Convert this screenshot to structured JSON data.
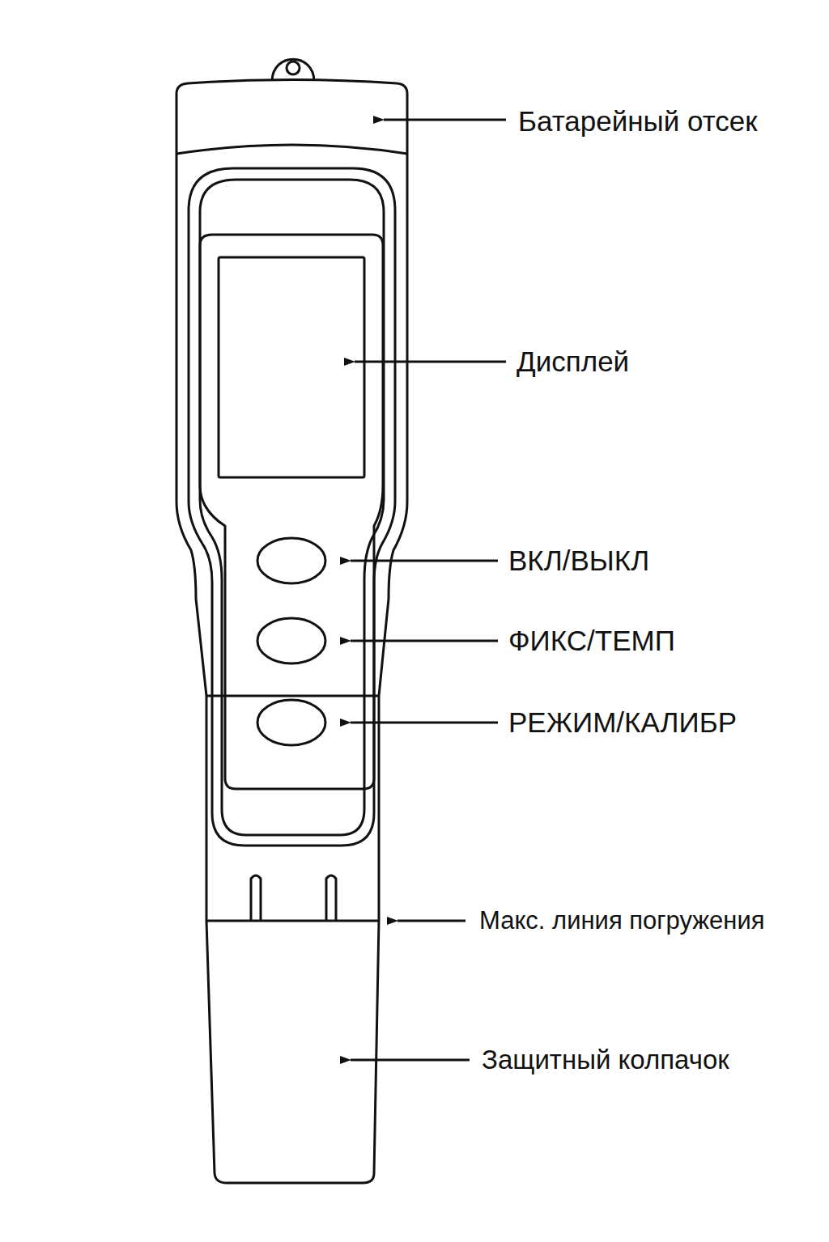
{
  "diagram": {
    "labels": [
      "Батарейный отсек",
      "Дисплей",
      "ВКЛ/ВЫКЛ",
      "ФИКС/ТЕМП",
      "РЕЖИМ/КАЛИБР",
      "Макс. линия погружения",
      "Защитный колпачок"
    ]
  }
}
